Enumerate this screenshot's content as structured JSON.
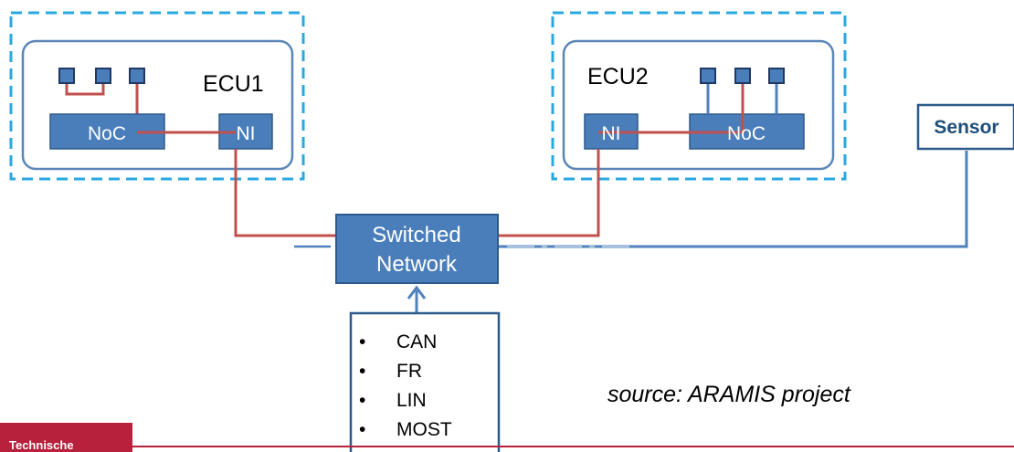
{
  "ecu1": {
    "title": "ECU1",
    "noc": "NoC",
    "ni": "NI"
  },
  "ecu2": {
    "title": "ECU2",
    "noc": "NoC",
    "ni": "NI"
  },
  "sensor": {
    "label": "Sensor"
  },
  "switch": {
    "line1": "Switched",
    "line2": "Network"
  },
  "protocols": {
    "bullet": "•",
    "items": [
      "CAN",
      "FR",
      "LIN",
      "MOST"
    ]
  },
  "source": {
    "text": "source: ARAMIS project"
  },
  "footer": {
    "logo_text": "Technische"
  },
  "colors": {
    "box_fill": "#4a7ebb",
    "box_stroke": "#2c5a8a",
    "ecu_border": "#5a86b8",
    "dashed_border": "#29a8e0",
    "red_link": "#c0504d",
    "blue_link": "#4f81bd",
    "footer_red": "#b8213b"
  }
}
